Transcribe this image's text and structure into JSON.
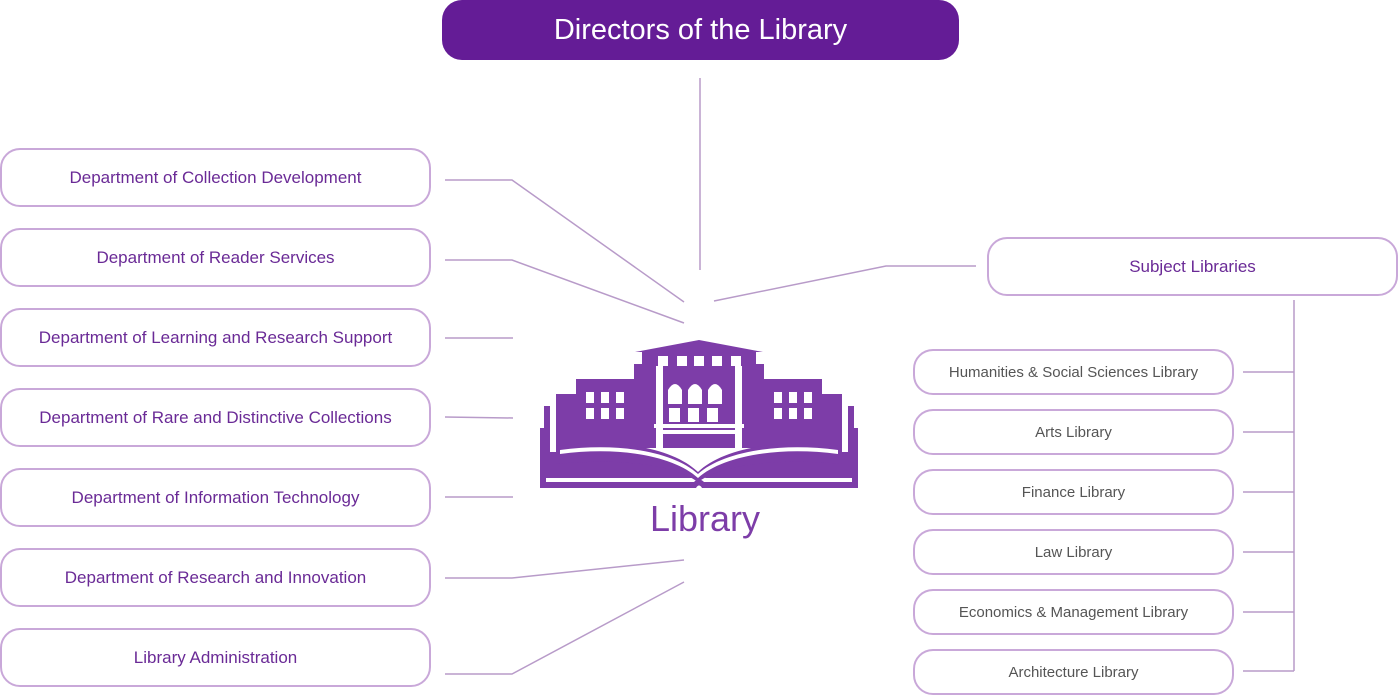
{
  "top": {
    "title": "Directors of the Library"
  },
  "center": {
    "label": "Library",
    "icon": "library-building-book-icon"
  },
  "departments": [
    {
      "label": "Department of Collection Development"
    },
    {
      "label": "Department of Reader Services"
    },
    {
      "label": "Department of Learning and Research Support"
    },
    {
      "label": "Department of Rare and Distinctive Collections"
    },
    {
      "label": "Department of Information Technology"
    },
    {
      "label": "Department of Research and Innovation"
    },
    {
      "label": "Library Administration"
    }
  ],
  "subject": {
    "label": "Subject Libraries",
    "libraries": [
      {
        "label": "Humanities & Social Sciences Library"
      },
      {
        "label": "Arts Library"
      },
      {
        "label": "Finance Library"
      },
      {
        "label": "Law Library"
      },
      {
        "label": "Economics & Management Library"
      },
      {
        "label": "Architecture Library"
      }
    ]
  },
  "colors": {
    "primary": "#641c96",
    "accent": "#7d3da8",
    "border": "#c9a8d9",
    "connector": "#b89bc9",
    "subtext": "#555555"
  }
}
